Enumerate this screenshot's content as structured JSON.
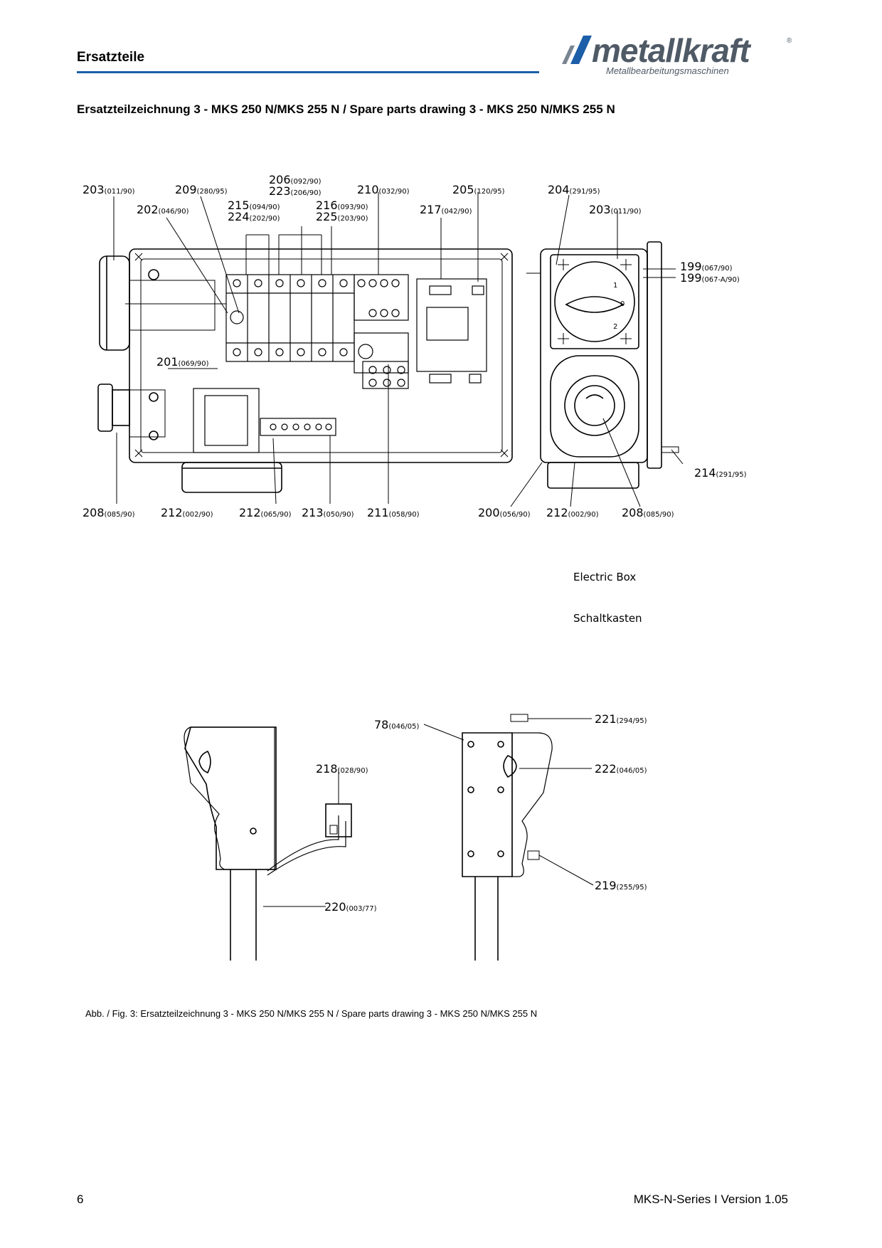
{
  "header": {
    "title": "Ersatzteile",
    "logo_text": "metallkraft",
    "logo_subtitle": "Metallbearbeitungsmaschinen",
    "logo_registered": "®"
  },
  "section_title": "Ersatzteilzeichnung 3 - MKS 250 N/MKS 255 N / Spare parts drawing 3 - MKS 250 N/MKS 255 N",
  "electric_box": {
    "label_en": "Electric Box",
    "label_de": "Schaltkasten",
    "front_callouts": [
      {
        "num": "203",
        "code": "(011/90)"
      },
      {
        "num": "209",
        "code": "(280/95)"
      },
      {
        "num": "202",
        "code": "(046/90)"
      },
      {
        "num": "206",
        "code": "(092/90)"
      },
      {
        "num": "223",
        "code": "(206/90)"
      },
      {
        "num": "215",
        "code": "(094/90)"
      },
      {
        "num": "224",
        "code": "(202/90)"
      },
      {
        "num": "216",
        "code": "(093/90)"
      },
      {
        "num": "225",
        "code": "(203/90)"
      },
      {
        "num": "210",
        "code": "(032/90)"
      },
      {
        "num": "205",
        "code": "(120/95)"
      },
      {
        "num": "217",
        "code": "(042/90)"
      },
      {
        "num": "201",
        "code": "(069/90)"
      },
      {
        "num": "208",
        "code": "(085/90)"
      },
      {
        "num": "212",
        "code": "(002/90)"
      },
      {
        "num": "212",
        "code": "(065/90)"
      },
      {
        "num": "213",
        "code": "(050/90)"
      },
      {
        "num": "211",
        "code": "(058/90)"
      }
    ],
    "side_callouts": [
      {
        "num": "204",
        "code": "(291/95)"
      },
      {
        "num": "203",
        "code": "(011/90)"
      },
      {
        "num": "199",
        "code": "(067/90)"
      },
      {
        "num": "199",
        "code": "(067-A/90)"
      },
      {
        "num": "214",
        "code": "(291/95)"
      },
      {
        "num": "200",
        "code": "(056/90)"
      },
      {
        "num": "212",
        "code": "(002/90)"
      },
      {
        "num": "208",
        "code": "(085/90)"
      }
    ],
    "dial_numbers": [
      "0",
      "1",
      "2"
    ]
  },
  "handle": {
    "callouts": [
      {
        "num": "218",
        "code": "(028/90)"
      },
      {
        "num": "220",
        "code": "(003/77)"
      },
      {
        "num": "78",
        "code": "(046/05)"
      },
      {
        "num": "221",
        "code": "(294/95)"
      },
      {
        "num": "222",
        "code": "(046/05)"
      },
      {
        "num": "219",
        "code": "(255/95)"
      }
    ]
  },
  "caption": "Abb. / Fig. 3: Ersatzteilzeichnung 3 - MKS 250 N/MKS 255 N / Spare parts drawing 3 - MKS 250 N/MKS 255 N",
  "footer": {
    "page_number": "6",
    "version": "MKS-N-Series I Version 1.05"
  }
}
